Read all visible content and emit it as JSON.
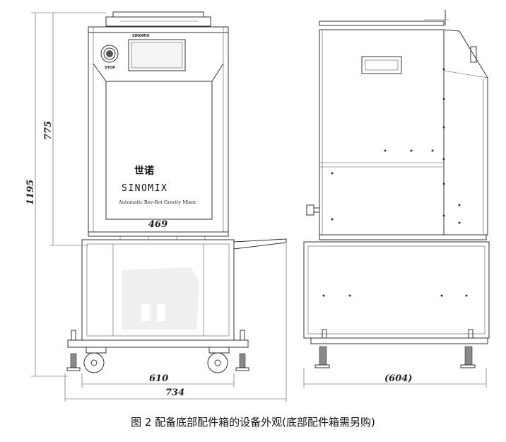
{
  "front_view": {
    "brand_chinese": "世诺",
    "brand_latin": "SINOMIX",
    "product_line": "Automatic Rev-Rot Gravity Mixer",
    "stop_label": "STOP",
    "panel_width_label": "469"
  },
  "dimensions": {
    "total_height": "1195",
    "machine_height": "775",
    "stand_width": "610",
    "overall_width": "734",
    "side_depth": "(604)"
  },
  "caption": "图 2 配备底部配件箱的设备外观(底部配件箱需另购)"
}
